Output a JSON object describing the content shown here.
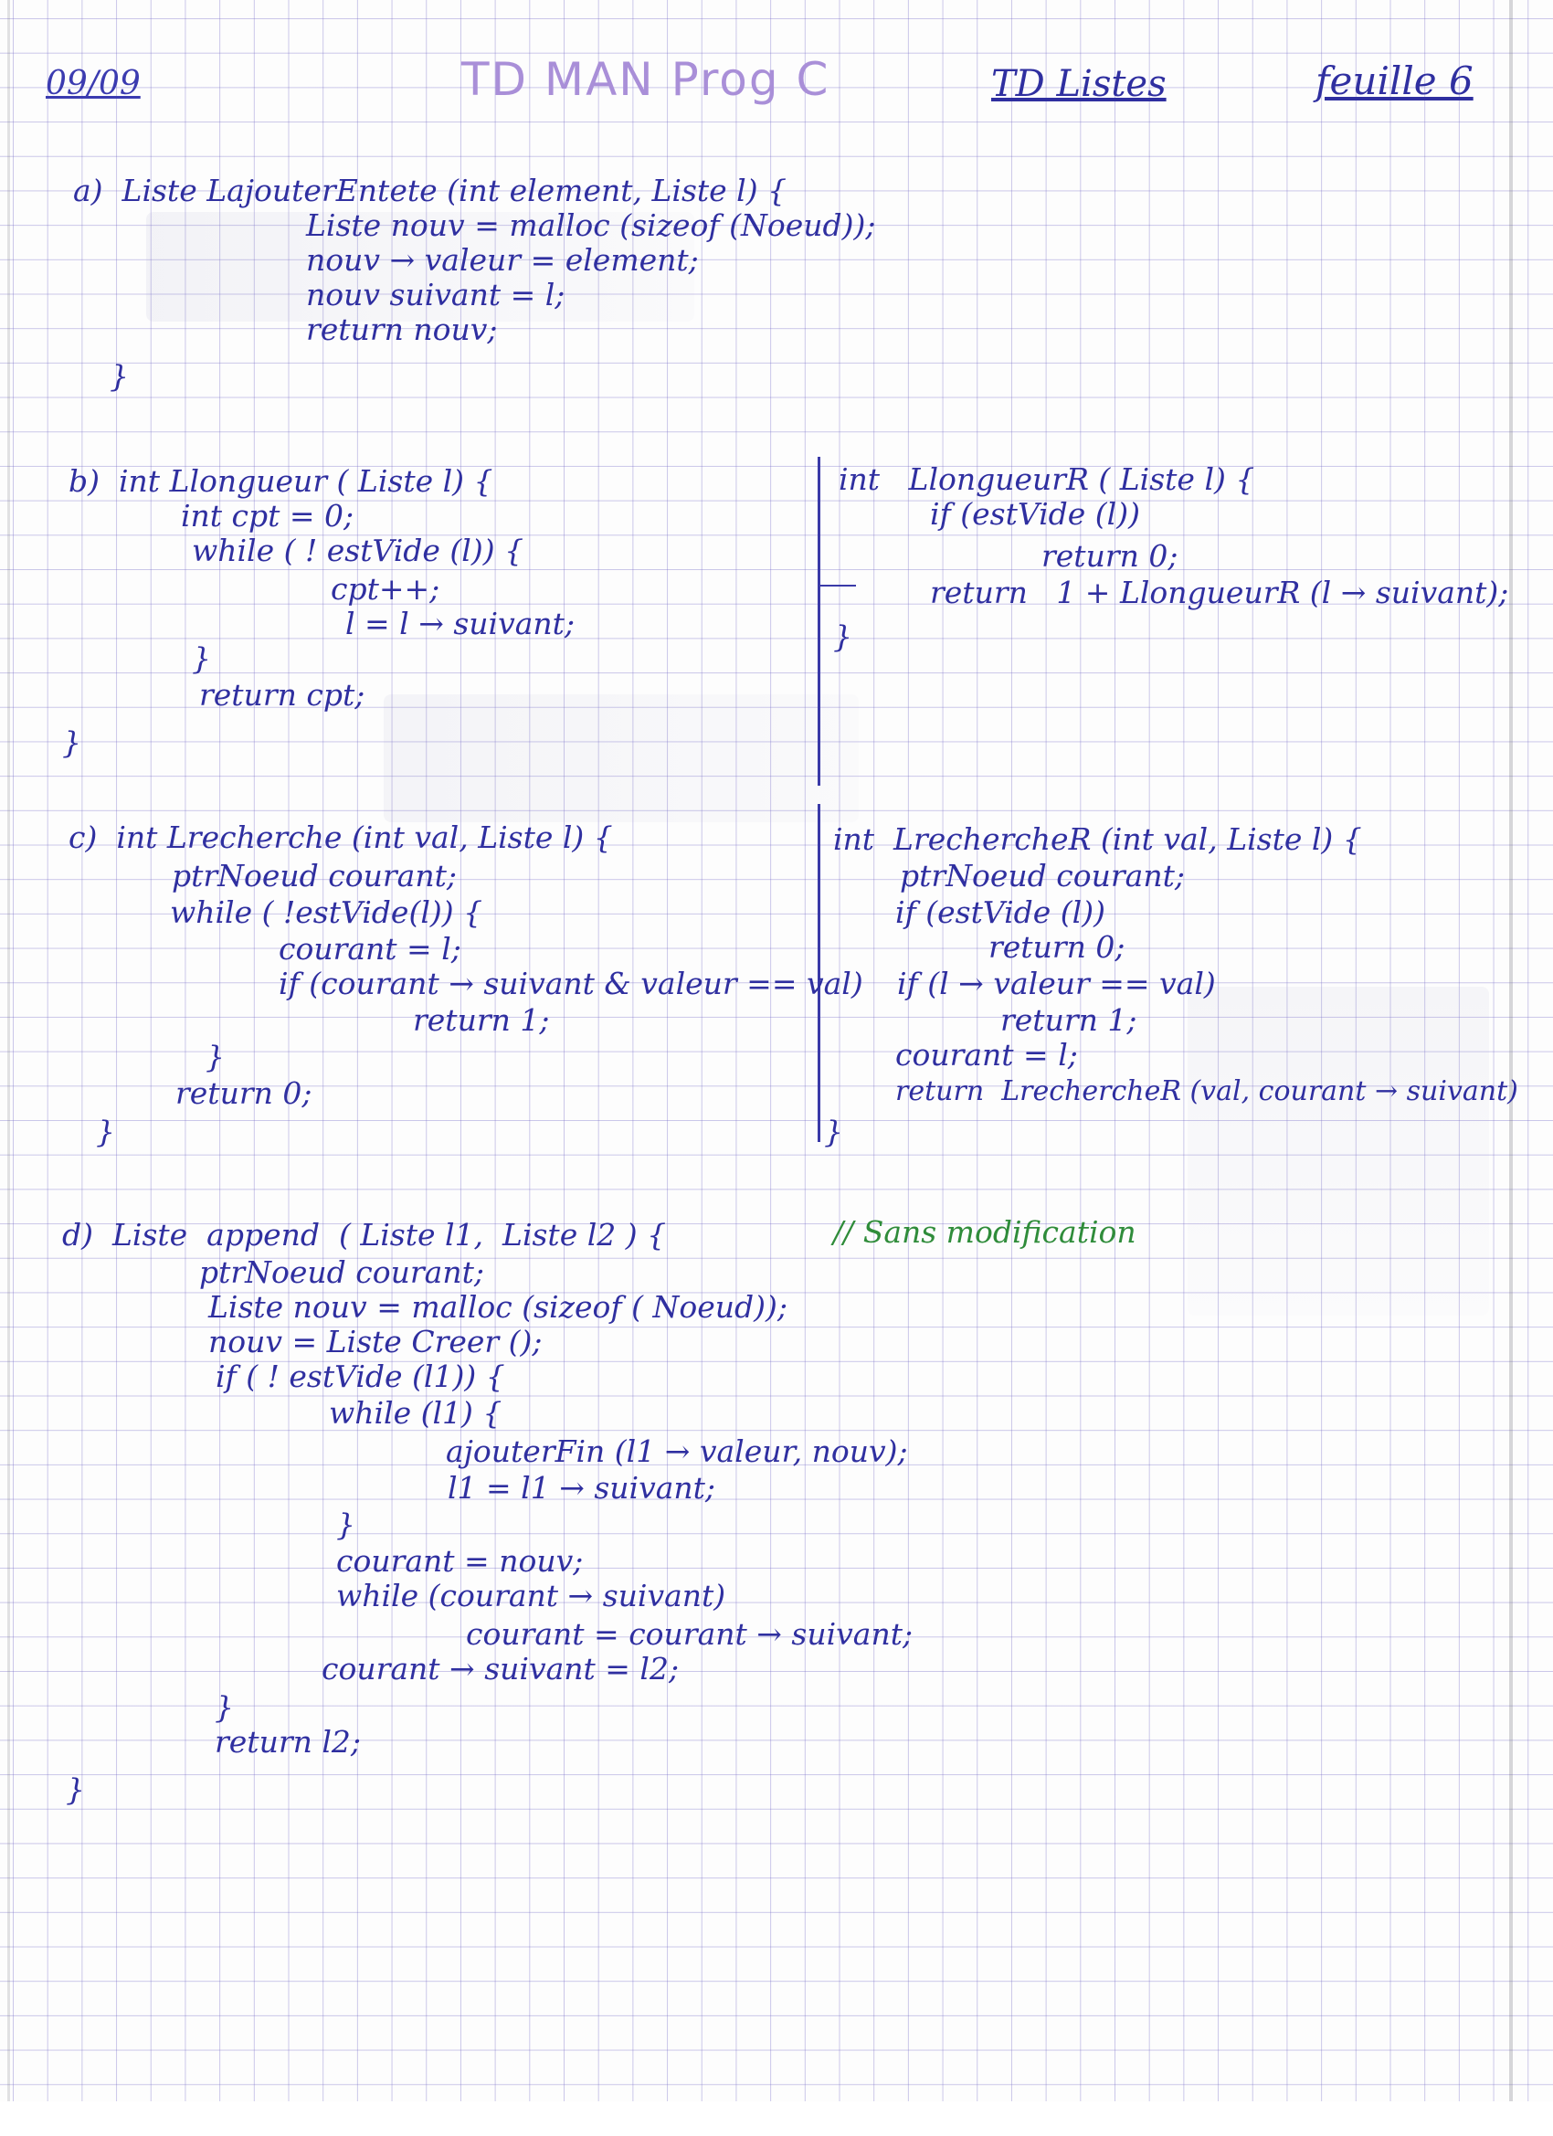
{
  "header": {
    "date": "09/09",
    "title": "TD MAN Prog C",
    "topic": "TD Listes",
    "sheet": "feuille 6"
  },
  "sections": {
    "a": {
      "lines": [
        "a)  Liste LajouterEntete (int element, Liste l) {",
        "Liste nouv = malloc (sizeof (Noeud));",
        "nouv → valeur = element;",
        "nouv suivant = l;",
        "return nouv;",
        "}"
      ]
    },
    "b_left": {
      "lines": [
        "b)  int Llongueur ( Liste l) {",
        "int cpt = 0;",
        "while ( ! estVide (l)) {",
        "cpt++;",
        "l = l → suivant;",
        "}",
        "return cpt;",
        "}"
      ]
    },
    "b_right": {
      "lines": [
        "int   LlongueurR ( Liste l) {",
        "if (estVide (l))",
        "return 0;",
        "return   1 + LlongueurR (l → suivant);",
        "}"
      ]
    },
    "c_left": {
      "lines": [
        "c)  int Lrecherche (int val, Liste l) {",
        "ptrNoeud courant;",
        "while ( !estVide(l)) {",
        "courant = l;",
        "if (courant → suivant & valeur == val)",
        "return 1;",
        "}",
        "return 0;",
        "}"
      ]
    },
    "c_right": {
      "lines": [
        "int  LrechercheR (int val, Liste l) {",
        "ptrNoeud courant;",
        "if (estVide (l))",
        "return 0;",
        "if (l → valeur == val)",
        "return 1;",
        "courant = l;",
        "return  LrechercheR (val, courant → suivant)",
        "}"
      ]
    },
    "d": {
      "comment": "// Sans modification",
      "lines": [
        "d)  Liste  append  ( Liste l1,  Liste l2 ) {",
        "ptrNoeud courant;",
        "Liste nouv = malloc (sizeof ( Noeud));",
        "nouv = Liste Creer ();",
        "if ( ! estVide (l1)) {",
        "while (l1) {",
        "ajouterFin (l1 → valeur, nouv);",
        "l1 = l1 → suivant;",
        "}",
        "courant = nouv;",
        "while (courant → suivant)",
        "courant = courant → suivant;",
        "courant → suivant = l2;",
        "}",
        "return l2;",
        "}"
      ]
    }
  }
}
